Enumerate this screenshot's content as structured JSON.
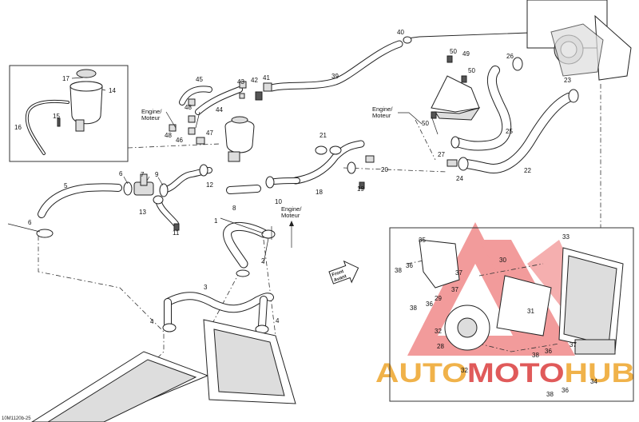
{
  "diagram": {
    "ref_code": "10M1120b-25",
    "engine_label": [
      "Engine/",
      "Moteur"
    ],
    "front_label": [
      "Front",
      "Avant"
    ],
    "watermark": "AUTOMOTOHUB",
    "watermark_colors": {
      "auto": "#f0b24a",
      "moto": "#e05a5a",
      "hub": "#f0b24a",
      "logo": "#f08a8a"
    },
    "callouts": {
      "c1": "1",
      "c2": "2",
      "c3": "3",
      "c4a": "4",
      "c4b": "4",
      "c5": "5",
      "c6a": "6",
      "c6b": "6",
      "c7": "7",
      "c8": "8",
      "c9": "9",
      "c10": "10",
      "c11": "11",
      "c12": "12",
      "c13": "13",
      "c14": "14",
      "c15": "15",
      "c16": "16",
      "c17": "17",
      "c18": "18",
      "c19": "19",
      "c20": "20",
      "c21": "21",
      "c22": "22",
      "c23": "23",
      "c24": "24",
      "c25": "25",
      "c26": "26",
      "c27": "27",
      "c28": "28",
      "c29": "29",
      "c30": "30",
      "c31": "31",
      "c32a": "32",
      "c32b": "32",
      "c33": "33",
      "c34": "34",
      "c35": "35",
      "c36a": "36",
      "c36b": "36",
      "c36c": "36",
      "c36d": "36",
      "c37a": "37",
      "c37b": "37",
      "c37c": "37",
      "c38a": "38",
      "c38b": "38",
      "c38c": "38",
      "c38d": "38",
      "c39": "39",
      "c40": "40",
      "c41": "41",
      "c42": "42",
      "c43": "43",
      "c44": "44",
      "c45": "45",
      "c46": "46",
      "c47": "47",
      "c48a": "48",
      "c48b": "48",
      "c49": "49",
      "c50a": "50",
      "c50b": "50",
      "c50c": "50"
    }
  }
}
